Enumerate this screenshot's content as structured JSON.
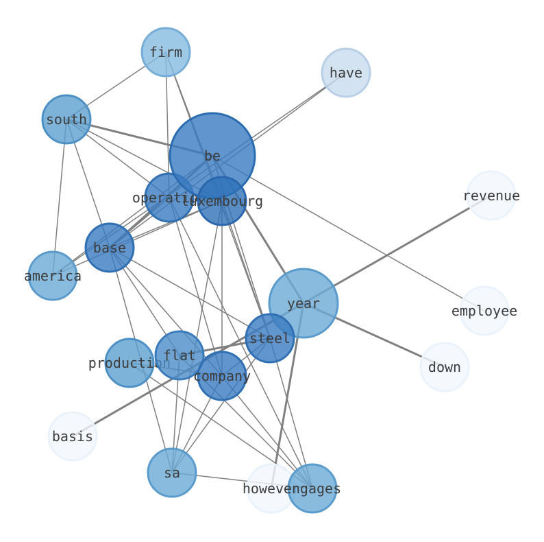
{
  "nodes": [
    {
      "id": "be",
      "label": "be",
      "fill": "#3a7bc0",
      "stroke": "#2b6cb0"
    },
    {
      "id": "luxembourg",
      "label": "luxembourg",
      "fill": "#2e70b8",
      "stroke": "#2966ad"
    },
    {
      "id": "operation",
      "label": "operation",
      "fill": "#3a7bc0",
      "stroke": "#2f6fb2"
    },
    {
      "id": "base",
      "label": "base",
      "fill": "#3a7bc0",
      "stroke": "#2f6fb2"
    },
    {
      "id": "steel",
      "label": "steel",
      "fill": "#3a7bc0",
      "stroke": "#2f6fb2"
    },
    {
      "id": "company",
      "label": "company",
      "fill": "#3a7bc0",
      "stroke": "#2f6fb2"
    },
    {
      "id": "flat",
      "label": "flat",
      "fill": "#4a8cc8",
      "stroke": "#3a7bbd"
    },
    {
      "id": "year",
      "label": "year",
      "fill": "#6aaad6",
      "stroke": "#5a9bcc"
    },
    {
      "id": "south",
      "label": "south",
      "fill": "#5c9fd0",
      "stroke": "#4c90c6"
    },
    {
      "id": "production",
      "label": "production",
      "fill": "#5c9fd0",
      "stroke": "#4c90c6"
    },
    {
      "id": "america",
      "label": "america",
      "fill": "#6aaad6",
      "stroke": "#5a9bcc"
    },
    {
      "id": "sa",
      "label": "sa",
      "fill": "#6aaad6",
      "stroke": "#5a9bcc"
    },
    {
      "id": "engages",
      "label": "engages",
      "fill": "#6aaad6",
      "stroke": "#5a9bcc"
    },
    {
      "id": "firm",
      "label": "firm",
      "fill": "#86bce0",
      "stroke": "#76add6"
    },
    {
      "id": "have",
      "label": "have",
      "fill": "#c8dcef",
      "stroke": "#b8cfe6"
    },
    {
      "id": "revenue",
      "label": "revenue",
      "fill": "#f2f7fd",
      "stroke": "#eaf2fb"
    },
    {
      "id": "employee",
      "label": "employee",
      "fill": "#f2f7fd",
      "stroke": "#eaf2fb"
    },
    {
      "id": "down",
      "label": "down",
      "fill": "#f2f7fd",
      "stroke": "#eaf2fb"
    },
    {
      "id": "basis",
      "label": "basis",
      "fill": "#f2f7fd",
      "stroke": "#eaf2fb"
    },
    {
      "id": "however",
      "label": "however",
      "fill": "#f2f7fd",
      "stroke": "#eaf2fb"
    }
  ],
  "edges": [
    {
      "source": "firm",
      "target": "south",
      "weight": 1
    },
    {
      "source": "firm",
      "target": "operation",
      "weight": 1
    },
    {
      "source": "firm",
      "target": "luxembourg",
      "weight": 1
    },
    {
      "source": "firm",
      "target": "steel",
      "weight": 1
    },
    {
      "source": "have",
      "target": "base",
      "weight": 1
    },
    {
      "source": "have",
      "target": "america",
      "weight": 1
    },
    {
      "source": "south",
      "target": "be",
      "weight": 2
    },
    {
      "source": "south",
      "target": "luxembourg",
      "weight": 1
    },
    {
      "source": "south",
      "target": "operation",
      "weight": 1
    },
    {
      "source": "south",
      "target": "america",
      "weight": 1
    },
    {
      "source": "south",
      "target": "base",
      "weight": 1
    },
    {
      "source": "be",
      "target": "employee",
      "weight": 1
    },
    {
      "source": "be",
      "target": "year",
      "weight": 2
    },
    {
      "source": "be",
      "target": "base",
      "weight": 2
    },
    {
      "source": "be",
      "target": "america",
      "weight": 1
    },
    {
      "source": "be",
      "target": "steel",
      "weight": 1
    },
    {
      "source": "luxembourg",
      "target": "base",
      "weight": 1
    },
    {
      "source": "luxembourg",
      "target": "steel",
      "weight": 1
    },
    {
      "source": "luxembourg",
      "target": "company",
      "weight": 1
    },
    {
      "source": "luxembourg",
      "target": "sa",
      "weight": 1
    },
    {
      "source": "luxembourg",
      "target": "america",
      "weight": 1
    },
    {
      "source": "operation",
      "target": "company",
      "weight": 1
    },
    {
      "source": "operation",
      "target": "engages",
      "weight": 1
    },
    {
      "source": "operation",
      "target": "base",
      "weight": 1
    },
    {
      "source": "revenue",
      "target": "year",
      "weight": 2
    },
    {
      "source": "year",
      "target": "down",
      "weight": 2
    },
    {
      "source": "year",
      "target": "however",
      "weight": 2
    },
    {
      "source": "year",
      "target": "basis",
      "weight": 2
    },
    {
      "source": "base",
      "target": "steel",
      "weight": 1
    },
    {
      "source": "base",
      "target": "flat",
      "weight": 1
    },
    {
      "source": "base",
      "target": "company",
      "weight": 1
    },
    {
      "source": "base",
      "target": "sa",
      "weight": 1
    },
    {
      "source": "steel",
      "target": "flat",
      "weight": 2
    },
    {
      "source": "steel",
      "target": "company",
      "weight": 1
    },
    {
      "source": "steel",
      "target": "sa",
      "weight": 1
    },
    {
      "source": "steel",
      "target": "engages",
      "weight": 1
    },
    {
      "source": "flat",
      "target": "sa",
      "weight": 1
    },
    {
      "source": "flat",
      "target": "engages",
      "weight": 1
    },
    {
      "source": "company",
      "target": "sa",
      "weight": 1
    },
    {
      "source": "company",
      "target": "engages",
      "weight": 1
    },
    {
      "source": "production",
      "target": "company",
      "weight": 1
    },
    {
      "source": "production",
      "target": "engages",
      "weight": 1
    },
    {
      "source": "sa",
      "target": "engages",
      "weight": 1
    }
  ]
}
